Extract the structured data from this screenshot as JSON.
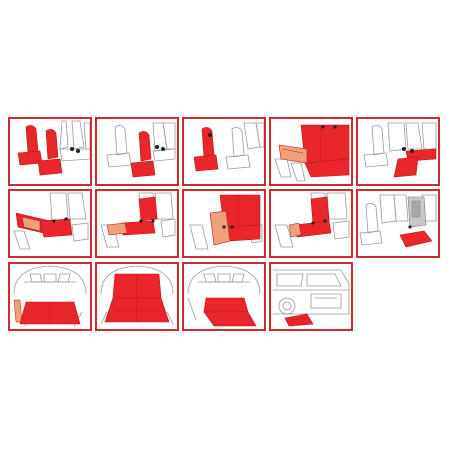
{
  "colors": {
    "frame": "#cf2a2f",
    "cover": "#e8262c",
    "cover_dark": "#b5161c",
    "cover_light": "#f0a07a",
    "line": "#9a9a9a",
    "background": "#ffffff"
  },
  "tiles": [
    {
      "row": 0,
      "col": 0,
      "scene": "front-seat-covers-pair"
    },
    {
      "row": 0,
      "col": 1,
      "scene": "single-front-seat-cover"
    },
    {
      "row": 0,
      "col": 2,
      "scene": "driver-seat-cover"
    },
    {
      "row": 0,
      "col": 3,
      "scene": "rear-bench-cover-folded"
    },
    {
      "row": 0,
      "col": 4,
      "scene": "rear-bench-cover-split"
    },
    {
      "row": 1,
      "col": 0,
      "scene": "rear-bench-hammock-flat"
    },
    {
      "row": 1,
      "col": 1,
      "scene": "rear-bench-cover-partial"
    },
    {
      "row": 1,
      "col": 2,
      "scene": "rear-bench-cover-fitted"
    },
    {
      "row": 1,
      "col": 3,
      "scene": "rear-bench-cover-one-third"
    },
    {
      "row": 1,
      "col": 4,
      "scene": "rear-bench-cover-with-pet"
    },
    {
      "row": 2,
      "col": 0,
      "scene": "trunk-liner-floor"
    },
    {
      "row": 2,
      "col": 1,
      "scene": "trunk-liner-full"
    },
    {
      "row": 2,
      "col": 2,
      "scene": "trunk-liner-bumper-flap"
    },
    {
      "row": 2,
      "col": 3,
      "scene": "car-rear-with-bumper-mat"
    }
  ]
}
